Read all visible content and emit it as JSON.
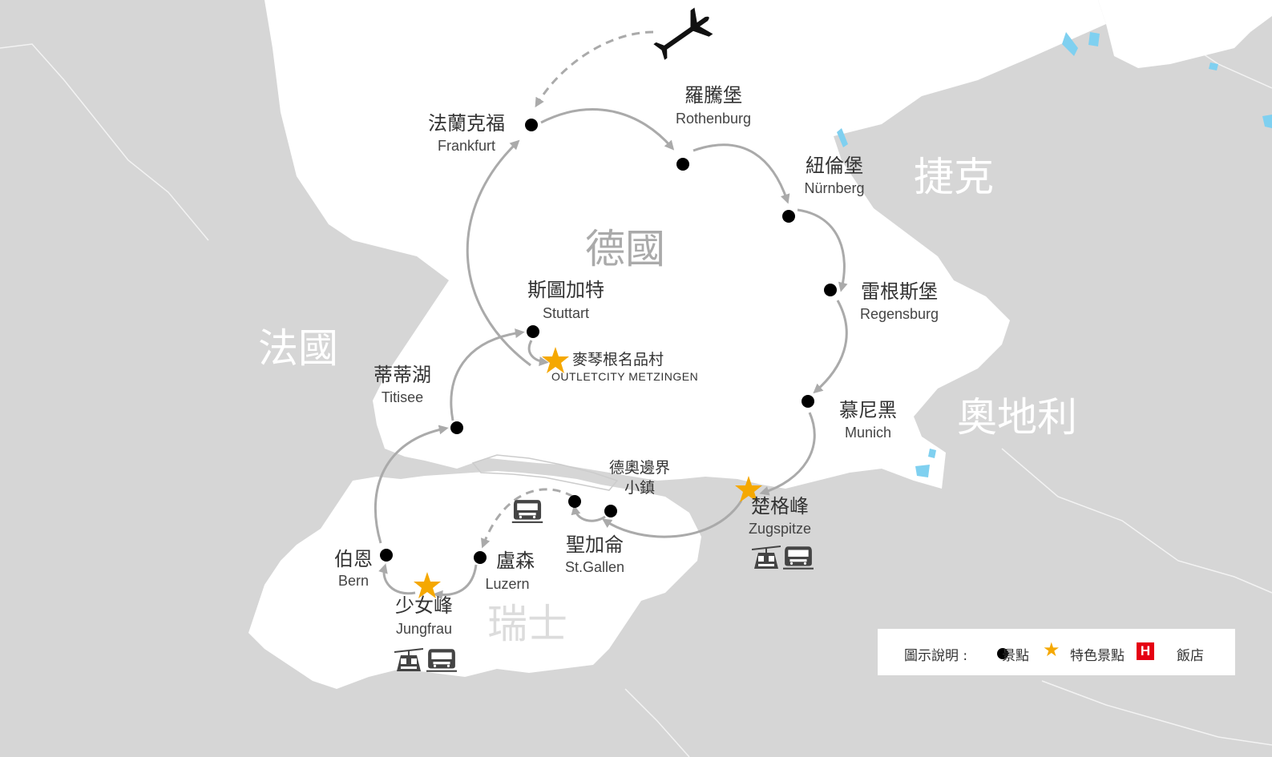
{
  "countries": {
    "germany": "德國",
    "france": "法國",
    "czech": "捷克",
    "austria": "奧地利",
    "switzerland": "瑞士"
  },
  "places": [
    {
      "id": "frankfurt",
      "zh": "法蘭克福",
      "en": "Frankfurt",
      "marker": "dot"
    },
    {
      "id": "rothenburg",
      "zh": "羅騰堡",
      "en": "Rothenburg",
      "marker": "dot"
    },
    {
      "id": "nurnberg",
      "zh": "紐倫堡",
      "en": "Nürnberg",
      "marker": "dot"
    },
    {
      "id": "regensburg",
      "zh": "雷根斯堡",
      "en": "Regensburg",
      "marker": "dot"
    },
    {
      "id": "munich",
      "zh": "慕尼黑",
      "en": "Munich",
      "marker": "dot"
    },
    {
      "id": "zugspitze",
      "zh": "楚格峰",
      "en": "Zugspitze",
      "marker": "star"
    },
    {
      "id": "border",
      "zh1": "德奧邊界",
      "zh2": "小鎮",
      "marker": "dot"
    },
    {
      "id": "stgallen",
      "zh": "聖加侖",
      "en": "St.Gallen",
      "marker": "dot"
    },
    {
      "id": "luzern",
      "zh": "盧森",
      "en": "Luzern",
      "marker": "dot"
    },
    {
      "id": "jungfrau",
      "zh": "少女峰",
      "en": "Jungfrau",
      "marker": "star"
    },
    {
      "id": "bern",
      "zh": "伯恩",
      "en": "Bern",
      "marker": "dot"
    },
    {
      "id": "titisee",
      "zh": "蒂蒂湖",
      "en": "Titisee",
      "marker": "dot"
    },
    {
      "id": "stuttgart",
      "zh": "斯圖加特",
      "en": "Stuttart",
      "marker": "dot"
    },
    {
      "id": "metzingen",
      "zh": "麥琴根名品村",
      "en": "OUTLETCITY METZINGEN",
      "marker": "star"
    }
  ],
  "icons": [
    "airplane-icon",
    "train-icon",
    "cable-car-icon"
  ],
  "colors": {
    "land_germany": "#ffffff",
    "land_other": "#d6d6d6",
    "route": "#aaaaaa",
    "star": "#f5a800",
    "hotel": "#e50012",
    "water": "#7fd0f0"
  },
  "legend": {
    "title": "圖示說明 :",
    "spot": "景點",
    "feature": "特色景點",
    "hotel_letter": "H",
    "hotel": "飯店"
  }
}
